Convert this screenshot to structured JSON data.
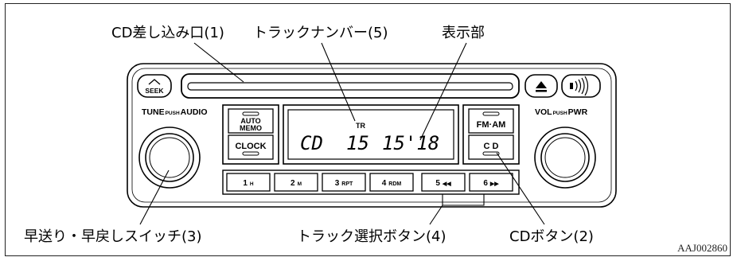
{
  "callouts": {
    "cd_slot": "CD差し込み口(1)",
    "track_number": "トラックナンバー(5)",
    "display": "表示部",
    "ff_rew_switch": "早送り・早戻しスイッチ(3)",
    "track_select": "トラック選択ボタン(4)",
    "cd_button": "CDボタン(2)"
  },
  "figure_code": "AAJ002860",
  "radio": {
    "seek": "SEEK",
    "eject_icon": "eject-icon",
    "speaker_icon": "speaker-icon",
    "tune_label": "TUNE",
    "tune_push": "PUSH",
    "tune_audio": "AUDIO",
    "vol_label": "VOL",
    "vol_push": "PUSH",
    "vol_pwr": "PWR",
    "auto_memo_1": "AUTO",
    "auto_memo_2": "MEMO",
    "clock": "CLOCK",
    "fm_am": "FM·AM",
    "cd": "C D",
    "display_tr": "TR",
    "display_mode": "CD",
    "display_track": "15",
    "display_time": "15'18",
    "presets": [
      {
        "num": "1",
        "sub": "H"
      },
      {
        "num": "2",
        "sub": "M"
      },
      {
        "num": "3",
        "sub": "RPT"
      },
      {
        "num": "4",
        "sub": "RDM"
      },
      {
        "num": "5",
        "sub": "◀◀"
      },
      {
        "num": "6",
        "sub": "▶▶"
      }
    ]
  }
}
